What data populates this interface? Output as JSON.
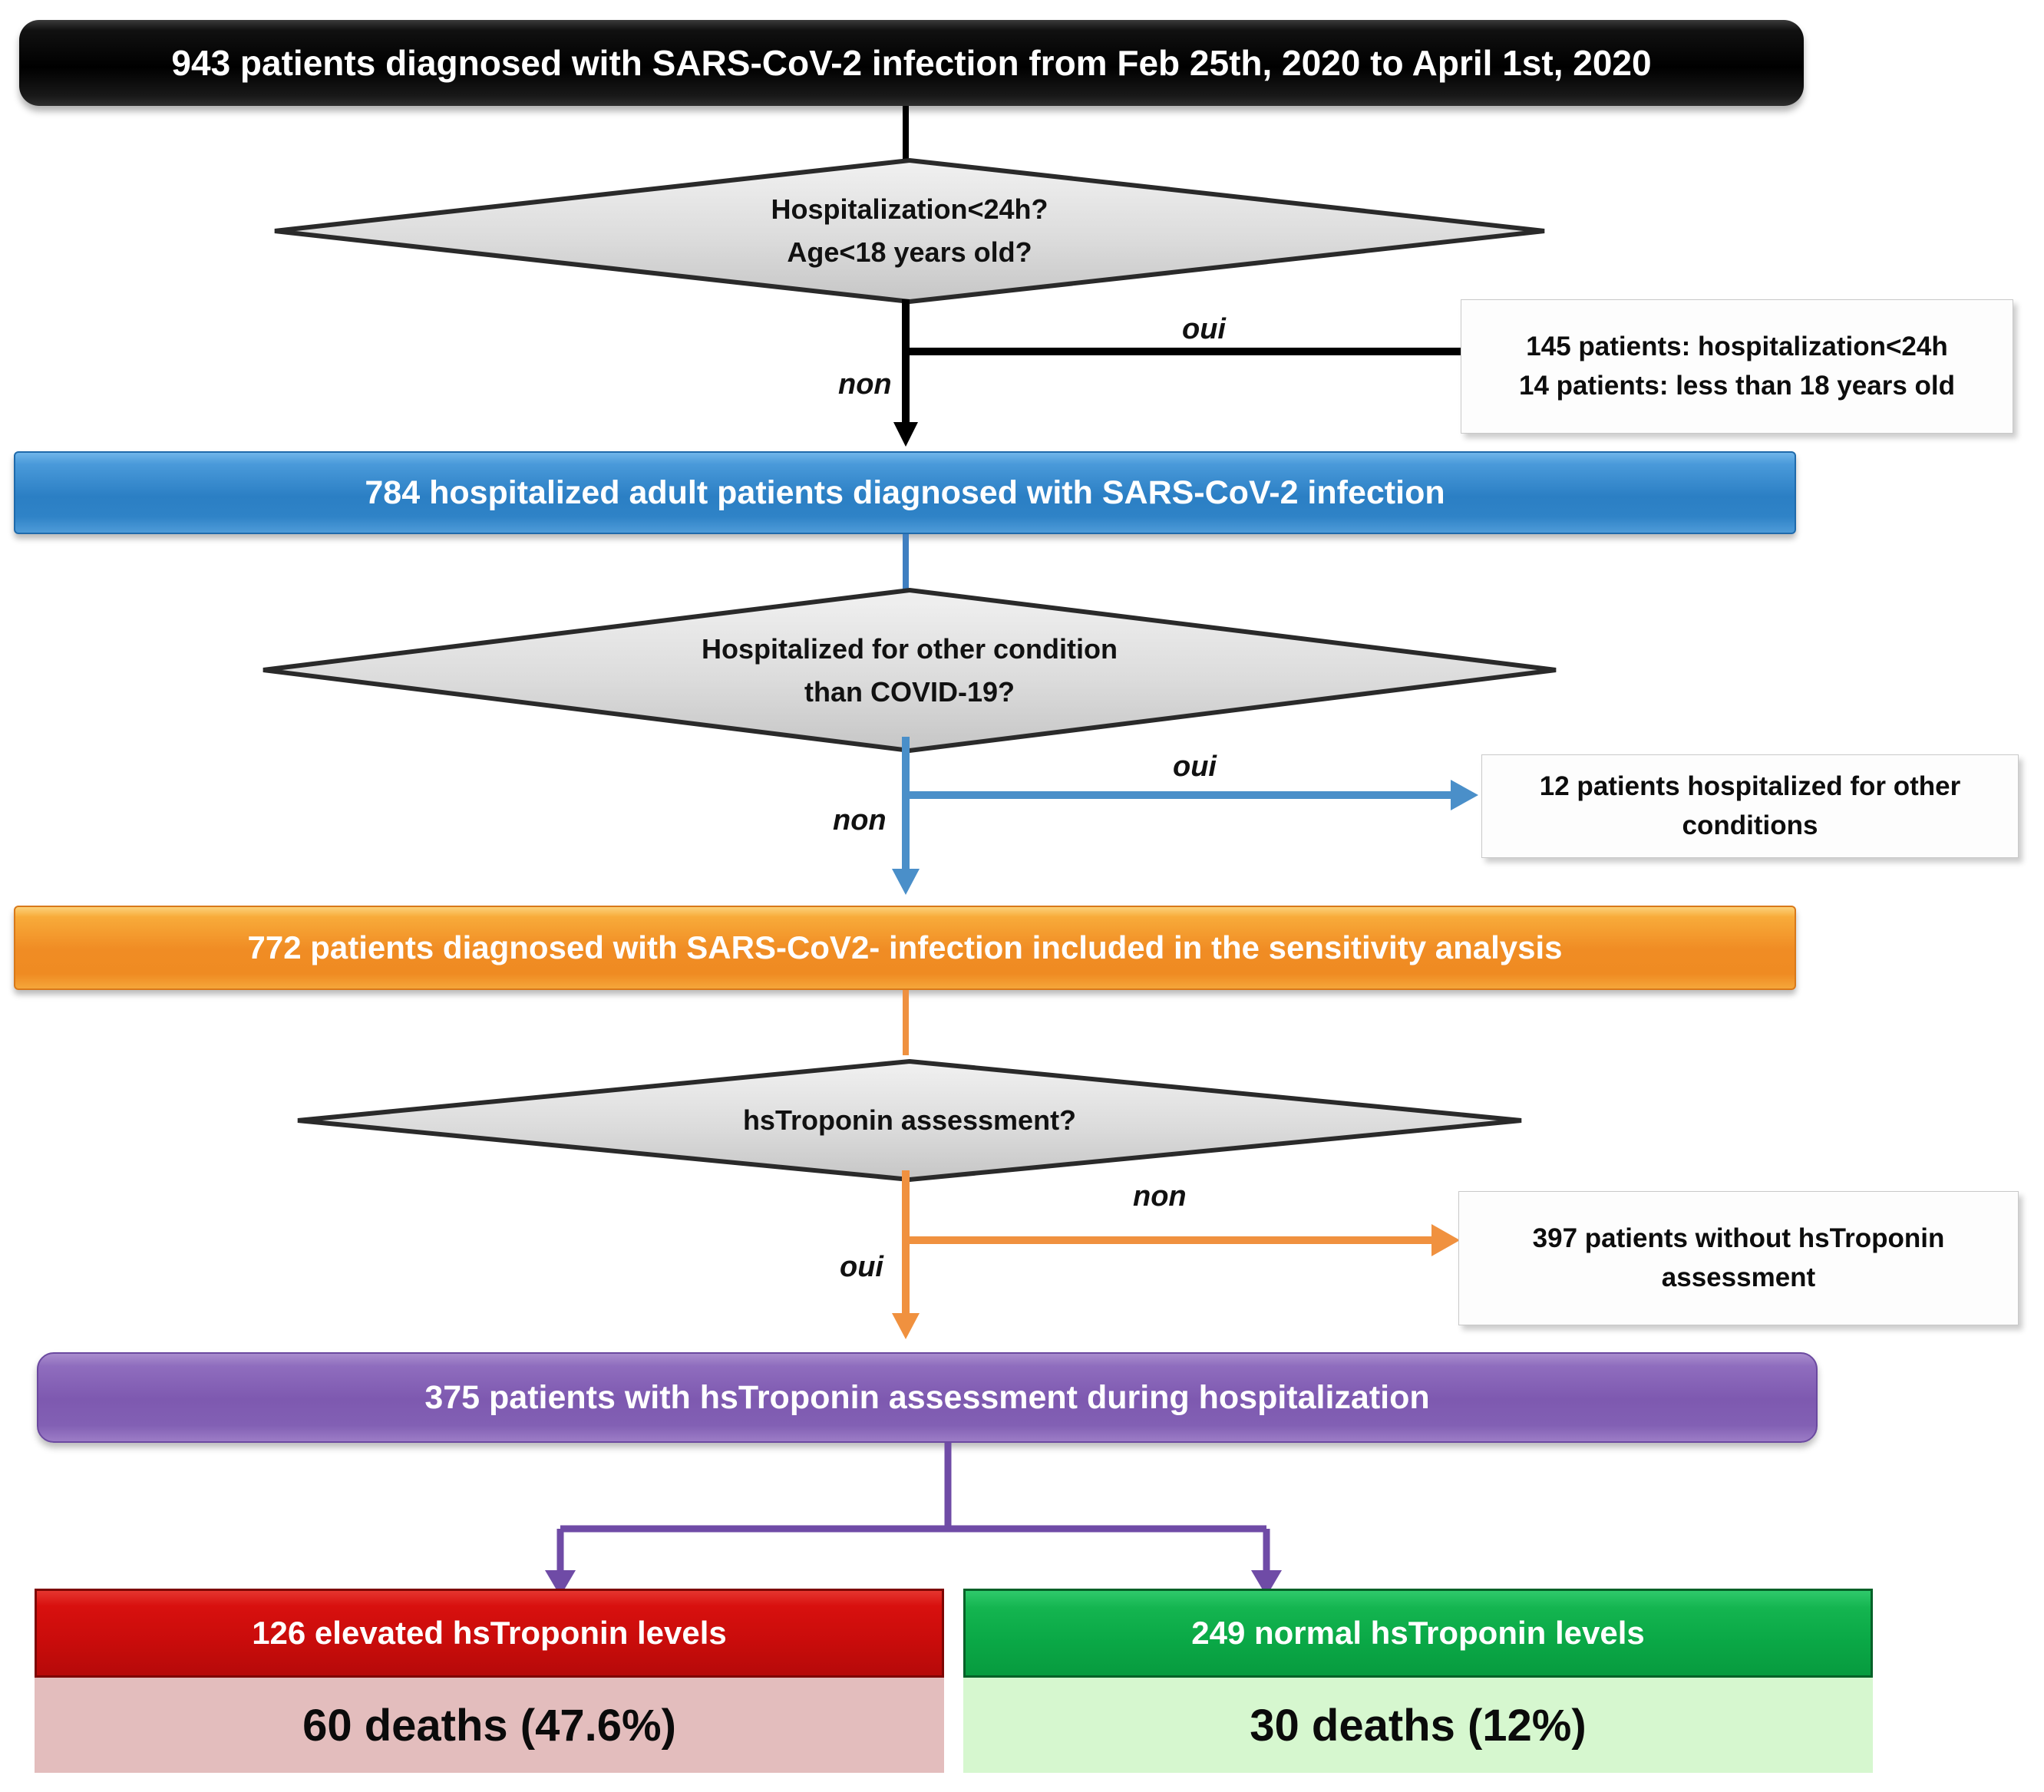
{
  "diagram": {
    "title": "Patient selection flowchart",
    "colors": {
      "black": "#000000",
      "blue": "#2b7fc4",
      "orange": "#f08c24",
      "purple": "#7e59b0",
      "red": "#c90c0b",
      "green": "#0aa846",
      "diamond_grey": "#d5d5d5",
      "callout_white": "#fdfdfd",
      "body_red": "#e3bdbd",
      "body_green": "#d6f7cf"
    },
    "nodes": {
      "cohort_total": {
        "text": "943 patients diagnosed with SARS-CoV-2 infection from Feb 25th, 2020 to  April 1st, 2020"
      },
      "decision_1": {
        "line1": "Hospitalization<24h?",
        "line2": "Age<18 years old?"
      },
      "exclusion_1": {
        "line1": "145  patients: hospitalization<24h",
        "line2": "14 patients: less than 18 years old"
      },
      "cohort_784": {
        "text": "784 hospitalized adult patients diagnosed with SARS-CoV-2 infection"
      },
      "decision_2": {
        "line1": "Hospitalized for other condition",
        "line2": "than COVID-19?"
      },
      "exclusion_2": {
        "line1": "12 patients hospitalized for other",
        "line2": "conditions"
      },
      "cohort_772": {
        "text": "772 patients diagnosed with SARS-CoV2- infection included in the sensitivity analysis"
      },
      "decision_3": {
        "line1": "hsTroponin assessment?"
      },
      "exclusion_3": {
        "line1": "397  patients without hsTroponin",
        "line2": "assessment"
      },
      "cohort_375": {
        "text": "375 patients with hsTroponin assessment during hospitalization"
      },
      "outcome_elevated": {
        "head": "126 elevated hsTroponin levels",
        "body": "60 deaths (47.6%)"
      },
      "outcome_normal": {
        "head": "249 normal hsTroponin levels",
        "body": "30 deaths (12%)"
      }
    },
    "branch_labels": {
      "d1_yes": "oui",
      "d1_no": "non",
      "d2_yes": "oui",
      "d2_no": "non",
      "d3_no": "non",
      "d3_yes": "oui"
    }
  }
}
